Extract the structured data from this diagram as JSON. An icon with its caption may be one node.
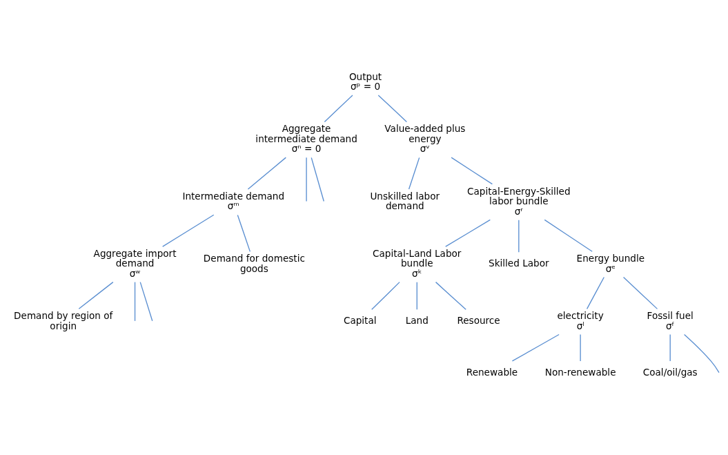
{
  "diagram": {
    "nodes": [
      {
        "text": [
          "Output"
        ],
        "beside": [
          "σᵖ = 0"
        ]
      },
      {
        "text": [
          "Aggregate intermediate demand"
        ],
        "beside": [
          "σⁿ = 0"
        ]
      },
      {
        "text": [
          "Value-added plus energy"
        ],
        "beside": [
          "σᵛ"
        ]
      },
      {
        "text": [
          "Intermediate demand"
        ],
        "beside": [
          "σᵐ"
        ]
      },
      {
        "text": [
          "Unskilled labor demand"
        ]
      },
      {
        "text": [
          "Capital-Energy-Skilled labor bundle"
        ],
        "beside": [
          "σʳ"
        ]
      },
      {
        "text": [
          "Aggregate import demand"
        ],
        "beside": [
          "σʷ"
        ]
      },
      {
        "text": [
          "Demand for domestic goods"
        ]
      },
      {
        "text": [
          "Capital-Land Labor bundle"
        ],
        "beside": [
          "σᵏ"
        ]
      },
      {
        "text": [
          "Skilled Labor"
        ]
      },
      {
        "text": [
          "Energy bundle"
        ],
        "beside": [
          "σᵉ"
        ]
      },
      {
        "text": [
          "Demand by region of origin"
        ]
      },
      {
        "text": [
          "Capital"
        ]
      },
      {
        "text": [
          "Land"
        ]
      },
      {
        "text": [
          "Resource"
        ]
      },
      {
        "text": [
          "electricity"
        ],
        "beside": [
          "σˡ"
        ]
      },
      {
        "text": [
          "Fossil fuel"
        ],
        "beside": [
          "σᶠ"
        ]
      },
      {
        "text": [
          "Renewable"
        ]
      },
      {
        "text": [
          "Non-renewable"
        ]
      },
      {
        "text": [
          "Coal/oil/gas"
        ]
      }
    ],
    "edges": [
      {
        "from": 0,
        "to": 1,
        "arrow": "none"
      },
      {
        "from": 0,
        "to": 2,
        "arrow": "none"
      },
      {
        "from": 1,
        "to": null,
        "arrow": "none"
      },
      {
        "from": 1,
        "to": 3,
        "arrow": "none"
      },
      {
        "from": 1,
        "to": null,
        "arrow": "none"
      },
      {
        "from": 2,
        "to": 4,
        "arrow": "none"
      },
      {
        "from": 2,
        "to": 5,
        "arrow": "none"
      },
      {
        "from": 3,
        "to": 6,
        "arrow": "none"
      },
      {
        "from": 3,
        "to": 7,
        "arrow": "none"
      },
      {
        "from": 5,
        "to": 8,
        "arrow": "none"
      },
      {
        "from": 5,
        "to": 9,
        "arrow": "none"
      },
      {
        "from": 5,
        "to": 10,
        "arrow": "none"
      },
      {
        "from": 6,
        "to": null,
        "arrow": "none"
      },
      {
        "from": 6,
        "to": 11,
        "arrow": "none"
      },
      {
        "from": 6,
        "to": null,
        "arrow": "none"
      },
      {
        "from": 8,
        "to": 12,
        "arrow": "none"
      },
      {
        "from": 8,
        "to": 13,
        "arrow": "none"
      },
      {
        "from": 8,
        "to": 14,
        "arrow": "none"
      },
      {
        "from": 10,
        "to": 15,
        "arrow": "none"
      },
      {
        "from": 10,
        "to": 16,
        "arrow": "none"
      },
      {
        "from": 15,
        "to": 17,
        "arrow": "none"
      },
      {
        "from": 15,
        "to": 18,
        "arrow": "none"
      },
      {
        "from": 16,
        "to": 19,
        "arrow": "none"
      },
      {
        "from": 16,
        "to": null,
        "arrow": "none"
      }
    ]
  }
}
